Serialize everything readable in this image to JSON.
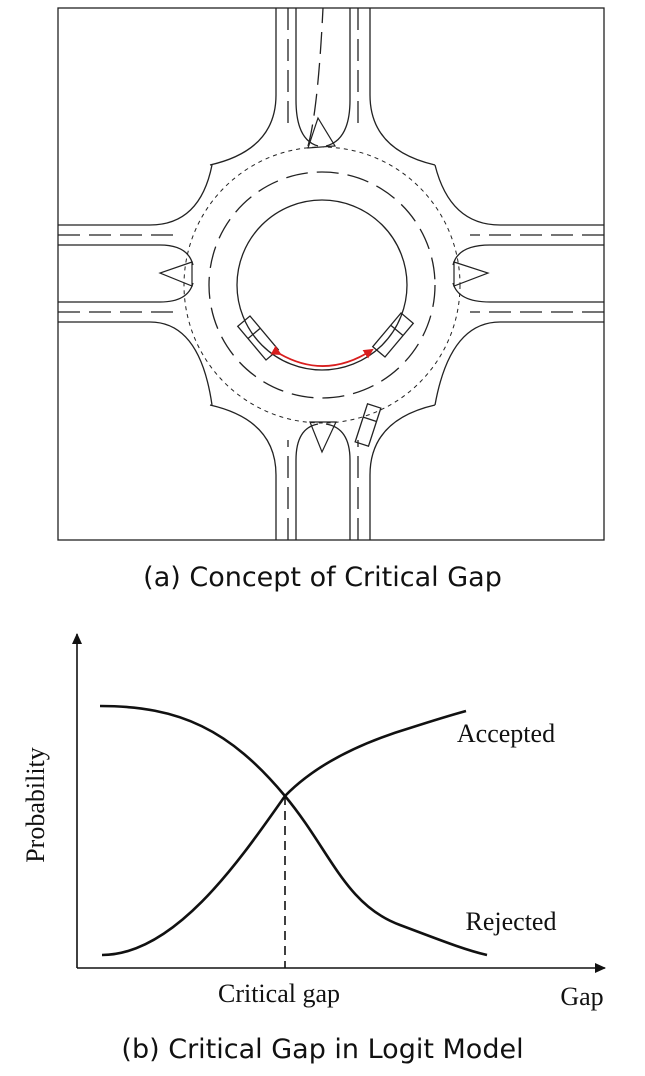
{
  "panel_a": {
    "caption": "(a) Concept of Critical Gap",
    "gap_arrow_color": "#d81e1e"
  },
  "panel_b": {
    "caption": "(b) Critical Gap in Logit Model",
    "y_axis_label": "Probability",
    "x_axis_label": "Gap",
    "critical_gap_label": "Critical gap",
    "curve_accepted_label": "Accepted",
    "curve_rejected_label": "Rejected"
  }
}
